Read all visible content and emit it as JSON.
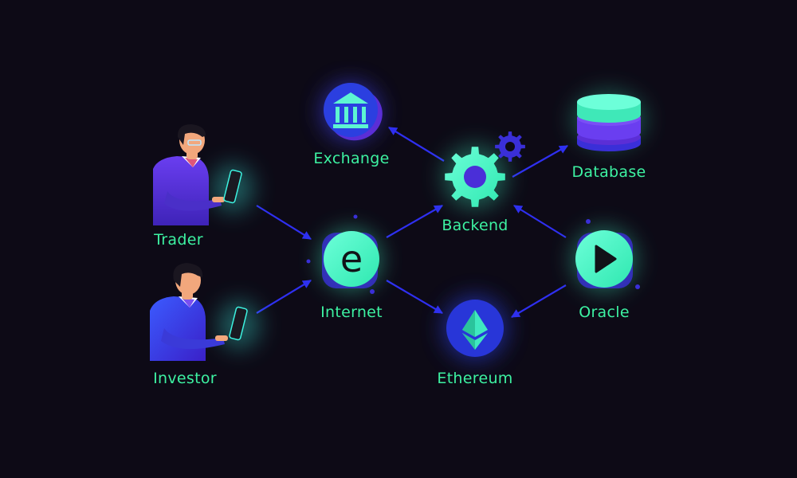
{
  "nodes": {
    "trader": "Trader",
    "investor": "Investor",
    "internet": "Internet",
    "internet_glyph": "e",
    "exchange": "Exchange",
    "backend": "Backend",
    "database": "Database",
    "oracle": "Oracle",
    "ethereum": "Ethereum"
  },
  "icons": {
    "trader": "person-with-phone-icon",
    "investor": "person-with-phone-icon",
    "internet": "e-letter-icon",
    "exchange": "bank-building-icon",
    "backend": "gear-icon",
    "database": "database-stack-icon",
    "oracle": "play-icon",
    "ethereum": "ethereum-diamond-icon"
  },
  "edges": [
    {
      "from": "Trader",
      "to": "Internet"
    },
    {
      "from": "Investor",
      "to": "Internet"
    },
    {
      "from": "Internet",
      "to": "Backend"
    },
    {
      "from": "Internet",
      "to": "Ethereum"
    },
    {
      "from": "Backend",
      "to": "Exchange"
    },
    {
      "from": "Backend",
      "to": "Database"
    },
    {
      "from": "Oracle",
      "to": "Backend"
    },
    {
      "from": "Oracle",
      "to": "Ethereum"
    }
  ],
  "colors": {
    "background": "#0d0a16",
    "label": "#3df2a2",
    "arrow": "#2f2ff0",
    "mint": "#40f5c0",
    "indigo": "#3a2fd8",
    "purple": "#5b2ed6"
  }
}
